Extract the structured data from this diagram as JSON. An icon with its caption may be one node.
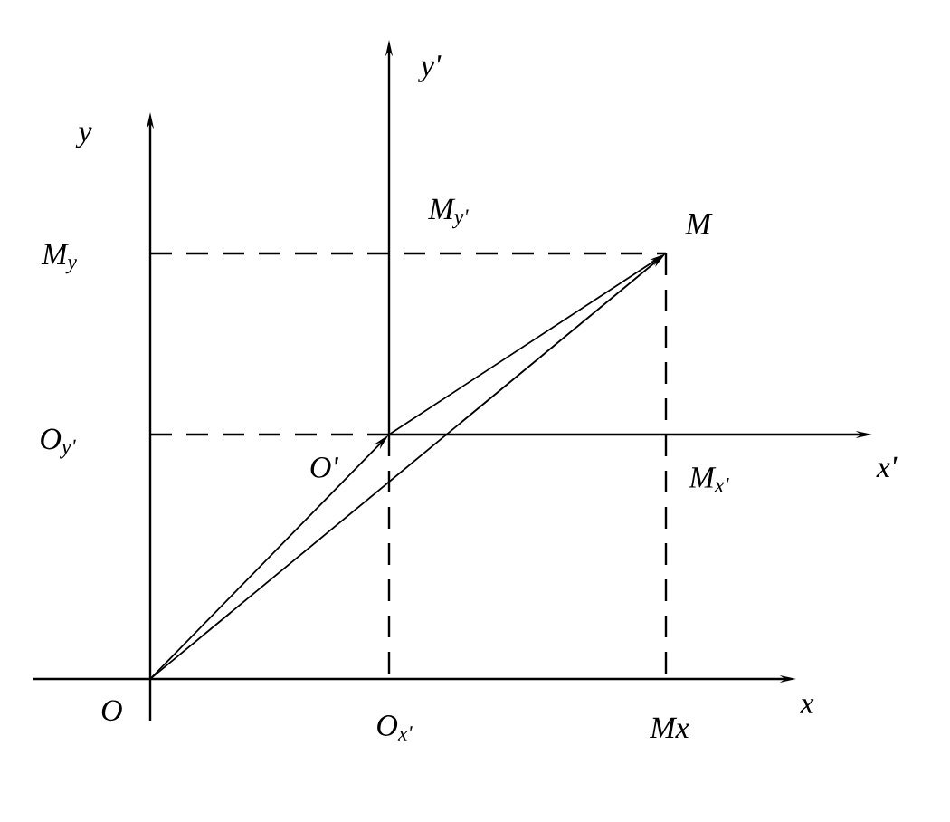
{
  "diagram": {
    "nodes": [
      {
        "text": [
          "O"
        ]
      },
      {
        "text": [
          "O'"
        ]
      },
      {
        "text": [
          "M"
        ]
      }
    ],
    "edges": [
      {
        "from": 0,
        "to": 1,
        "arrow": "to"
      },
      {
        "from": 0,
        "to": 2,
        "arrow": "to"
      },
      {
        "from": 1,
        "to": 2,
        "arrow": "to"
      }
    ],
    "labels": [
      "y'",
      "y",
      "M$_{y'}$",
      "M$_{y}$",
      "O$_{y'}$",
      "M$_{x'}$",
      "x'",
      "O$_{x'}$",
      "Mx",
      "x"
    ]
  }
}
